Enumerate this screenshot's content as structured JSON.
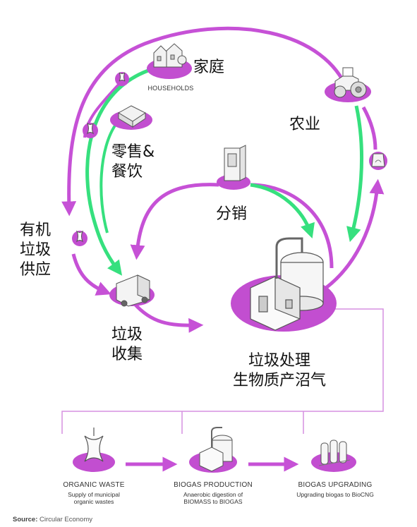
{
  "labels": {
    "households_cn": "家庭",
    "households_en": "HOUSEHOLDS",
    "agriculture": "农业",
    "retail": "零售&\n餐饮",
    "distribution": "分销",
    "organic_supply": "有机\n垃圾\n供应",
    "collection": "垃圾\n收集",
    "processing": "垃圾处理\n生物质产沼气"
  },
  "bottom": {
    "organic": {
      "title": "ORGANIC WASTE",
      "sub": "Supply of municipal\norganic wastes"
    },
    "biogas": {
      "title": "BIOGAS PRODUCTION",
      "sub": "Anaerobic digestion of\nBIOMASS to BIOGAS"
    },
    "upgrade": {
      "title": "BIOGAS UPGRADING",
      "sub": "Upgrading biogas to BioCNG"
    }
  },
  "source": {
    "label": "Source:",
    "text": " Circular Economy"
  },
  "colors": {
    "magenta": "#c651d6",
    "green": "#36e07e",
    "node": "#c24ed0",
    "thin": "#d690e0"
  }
}
